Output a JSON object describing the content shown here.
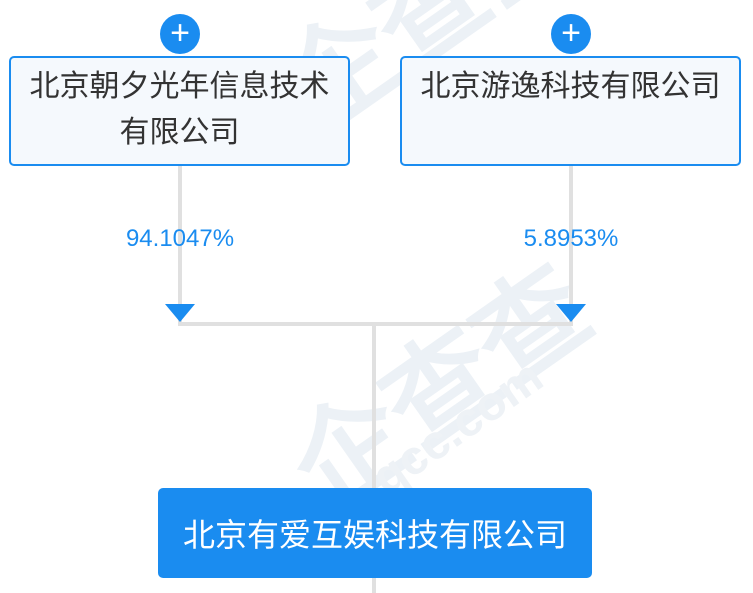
{
  "shareholders": [
    {
      "name": "北京朝夕光年信息技术有限公司",
      "percent": "94.1047%"
    },
    {
      "name": "北京游逸科技有限公司",
      "percent": "5.8953%"
    }
  ],
  "company": {
    "name": "北京有爱互娱科技有限公司"
  },
  "expand_symbol": "+",
  "watermark": {
    "main": "企查查",
    "domain": "qcc.com"
  },
  "colors": {
    "accent": "#1a8cf0",
    "line": "#e0e0e0",
    "box_bg": "#f5f9fd"
  }
}
